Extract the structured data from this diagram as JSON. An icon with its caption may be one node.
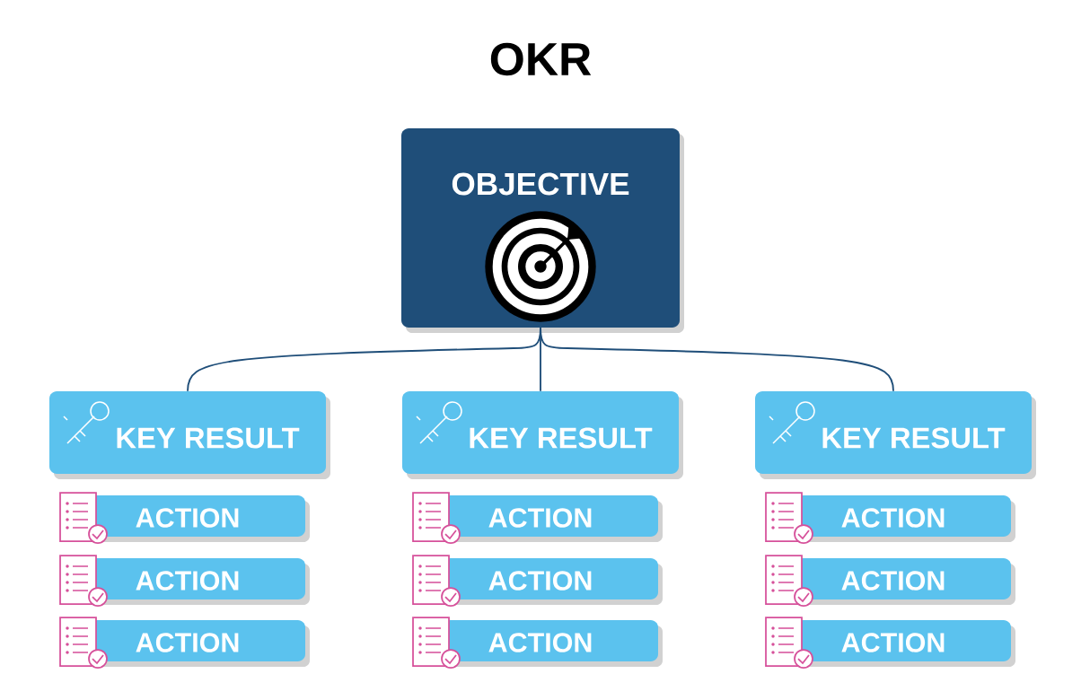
{
  "diagram": {
    "title": "OKR",
    "nodes": [
      {
        "text": [
          "OBJECTIVE"
        ]
      },
      {
        "text": [
          "KEY RESULT"
        ]
      },
      {
        "text": [
          "KEY RESULT"
        ]
      },
      {
        "text": [
          "KEY RESULT"
        ]
      },
      {
        "text": [
          "ACTION"
        ]
      },
      {
        "text": [
          "ACTION"
        ]
      },
      {
        "text": [
          "ACTION"
        ]
      },
      {
        "text": [
          "ACTION"
        ]
      },
      {
        "text": [
          "ACTION"
        ]
      },
      {
        "text": [
          "ACTION"
        ]
      },
      {
        "text": [
          "ACTION"
        ]
      },
      {
        "text": [
          "ACTION"
        ]
      },
      {
        "text": [
          "ACTION"
        ]
      }
    ],
    "edges": [
      {
        "from": 0,
        "to": 1,
        "arrow": "none"
      },
      {
        "from": 0,
        "to": 2,
        "arrow": "none"
      },
      {
        "from": 0,
        "to": 3,
        "arrow": "none"
      }
    ]
  }
}
